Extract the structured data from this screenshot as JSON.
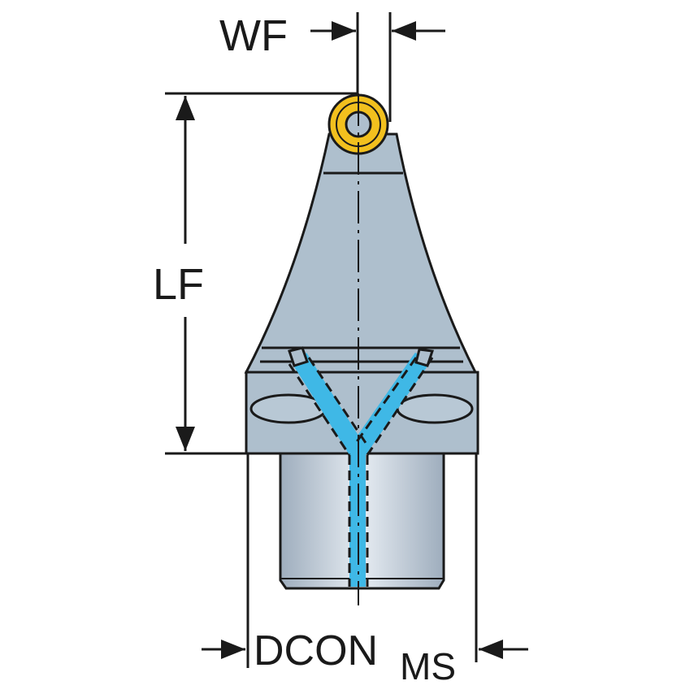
{
  "diagram": {
    "type": "technical tool drawing",
    "subject": "Cutting tool holder with round insert and coolant channels",
    "labels": {
      "wf": "WF",
      "lf": "LF",
      "dcon_main": "DCON",
      "dcon_sub": "MS"
    },
    "colors": {
      "body": "#aebfcd",
      "body_dark": "#8fa3b4",
      "insert": "#f2c01e",
      "coolant": "#3fb8e6",
      "outline": "#1a1a1a",
      "shank_light": "#e6ecf2",
      "shank_dark": "#9eadbd"
    }
  }
}
